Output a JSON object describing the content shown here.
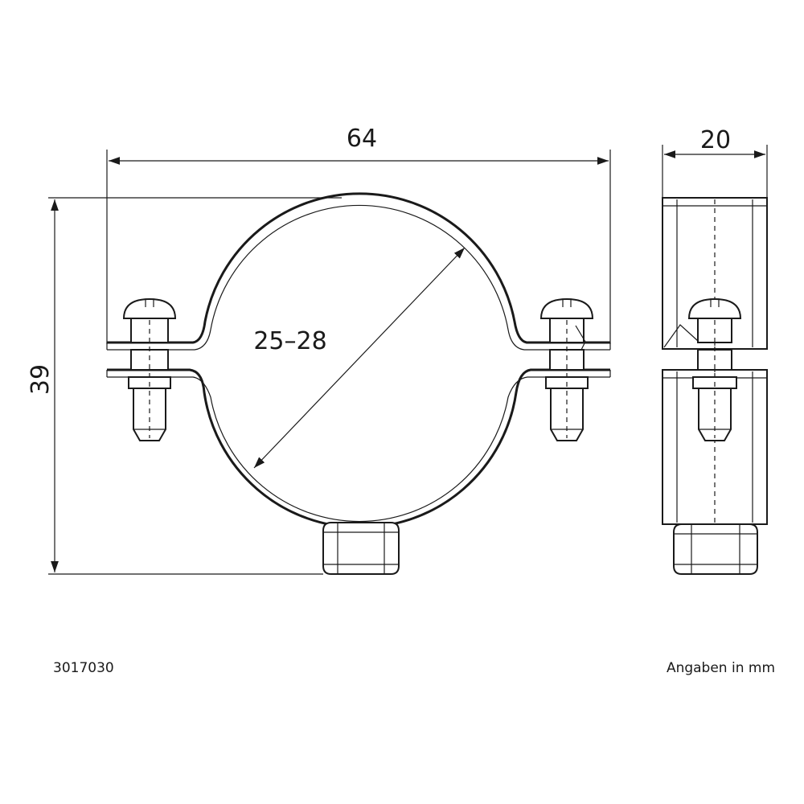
{
  "dimensions": {
    "width": "64",
    "height": "39",
    "diameter": "25–28",
    "depth": "20"
  },
  "footer": {
    "article_number": "3017030",
    "units_note": "Angaben in mm"
  }
}
